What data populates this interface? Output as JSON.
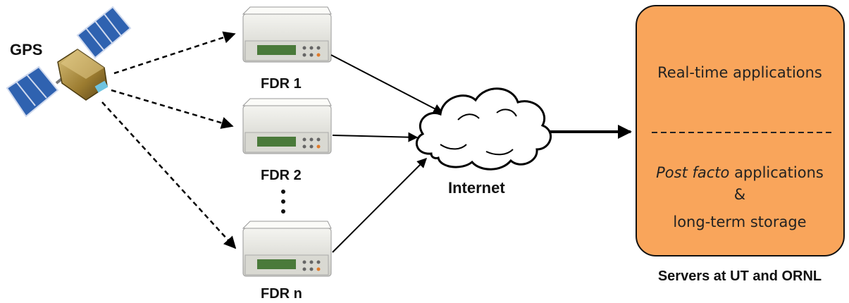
{
  "gps": {
    "label": "GPS"
  },
  "fdrs": [
    {
      "label": "FDR 1"
    },
    {
      "label": "FDR 2"
    },
    {
      "label": "FDR n"
    }
  ],
  "ellipsis": "⋮",
  "internet": {
    "label": "Internet"
  },
  "servers": {
    "realtime": "Real-time applications",
    "postfacto_italic": "Post facto",
    "postfacto_rest": " applications",
    "ampersand": "&",
    "storage": "long-term storage",
    "caption": "Servers at UT and ORNL"
  },
  "colors": {
    "server_box": "#F9A55B",
    "device_body": "#e8e8e4",
    "device_screen": "#4a7a3a",
    "satellite_body": "#b89a4a",
    "solar_panel": "#2f62b0"
  }
}
